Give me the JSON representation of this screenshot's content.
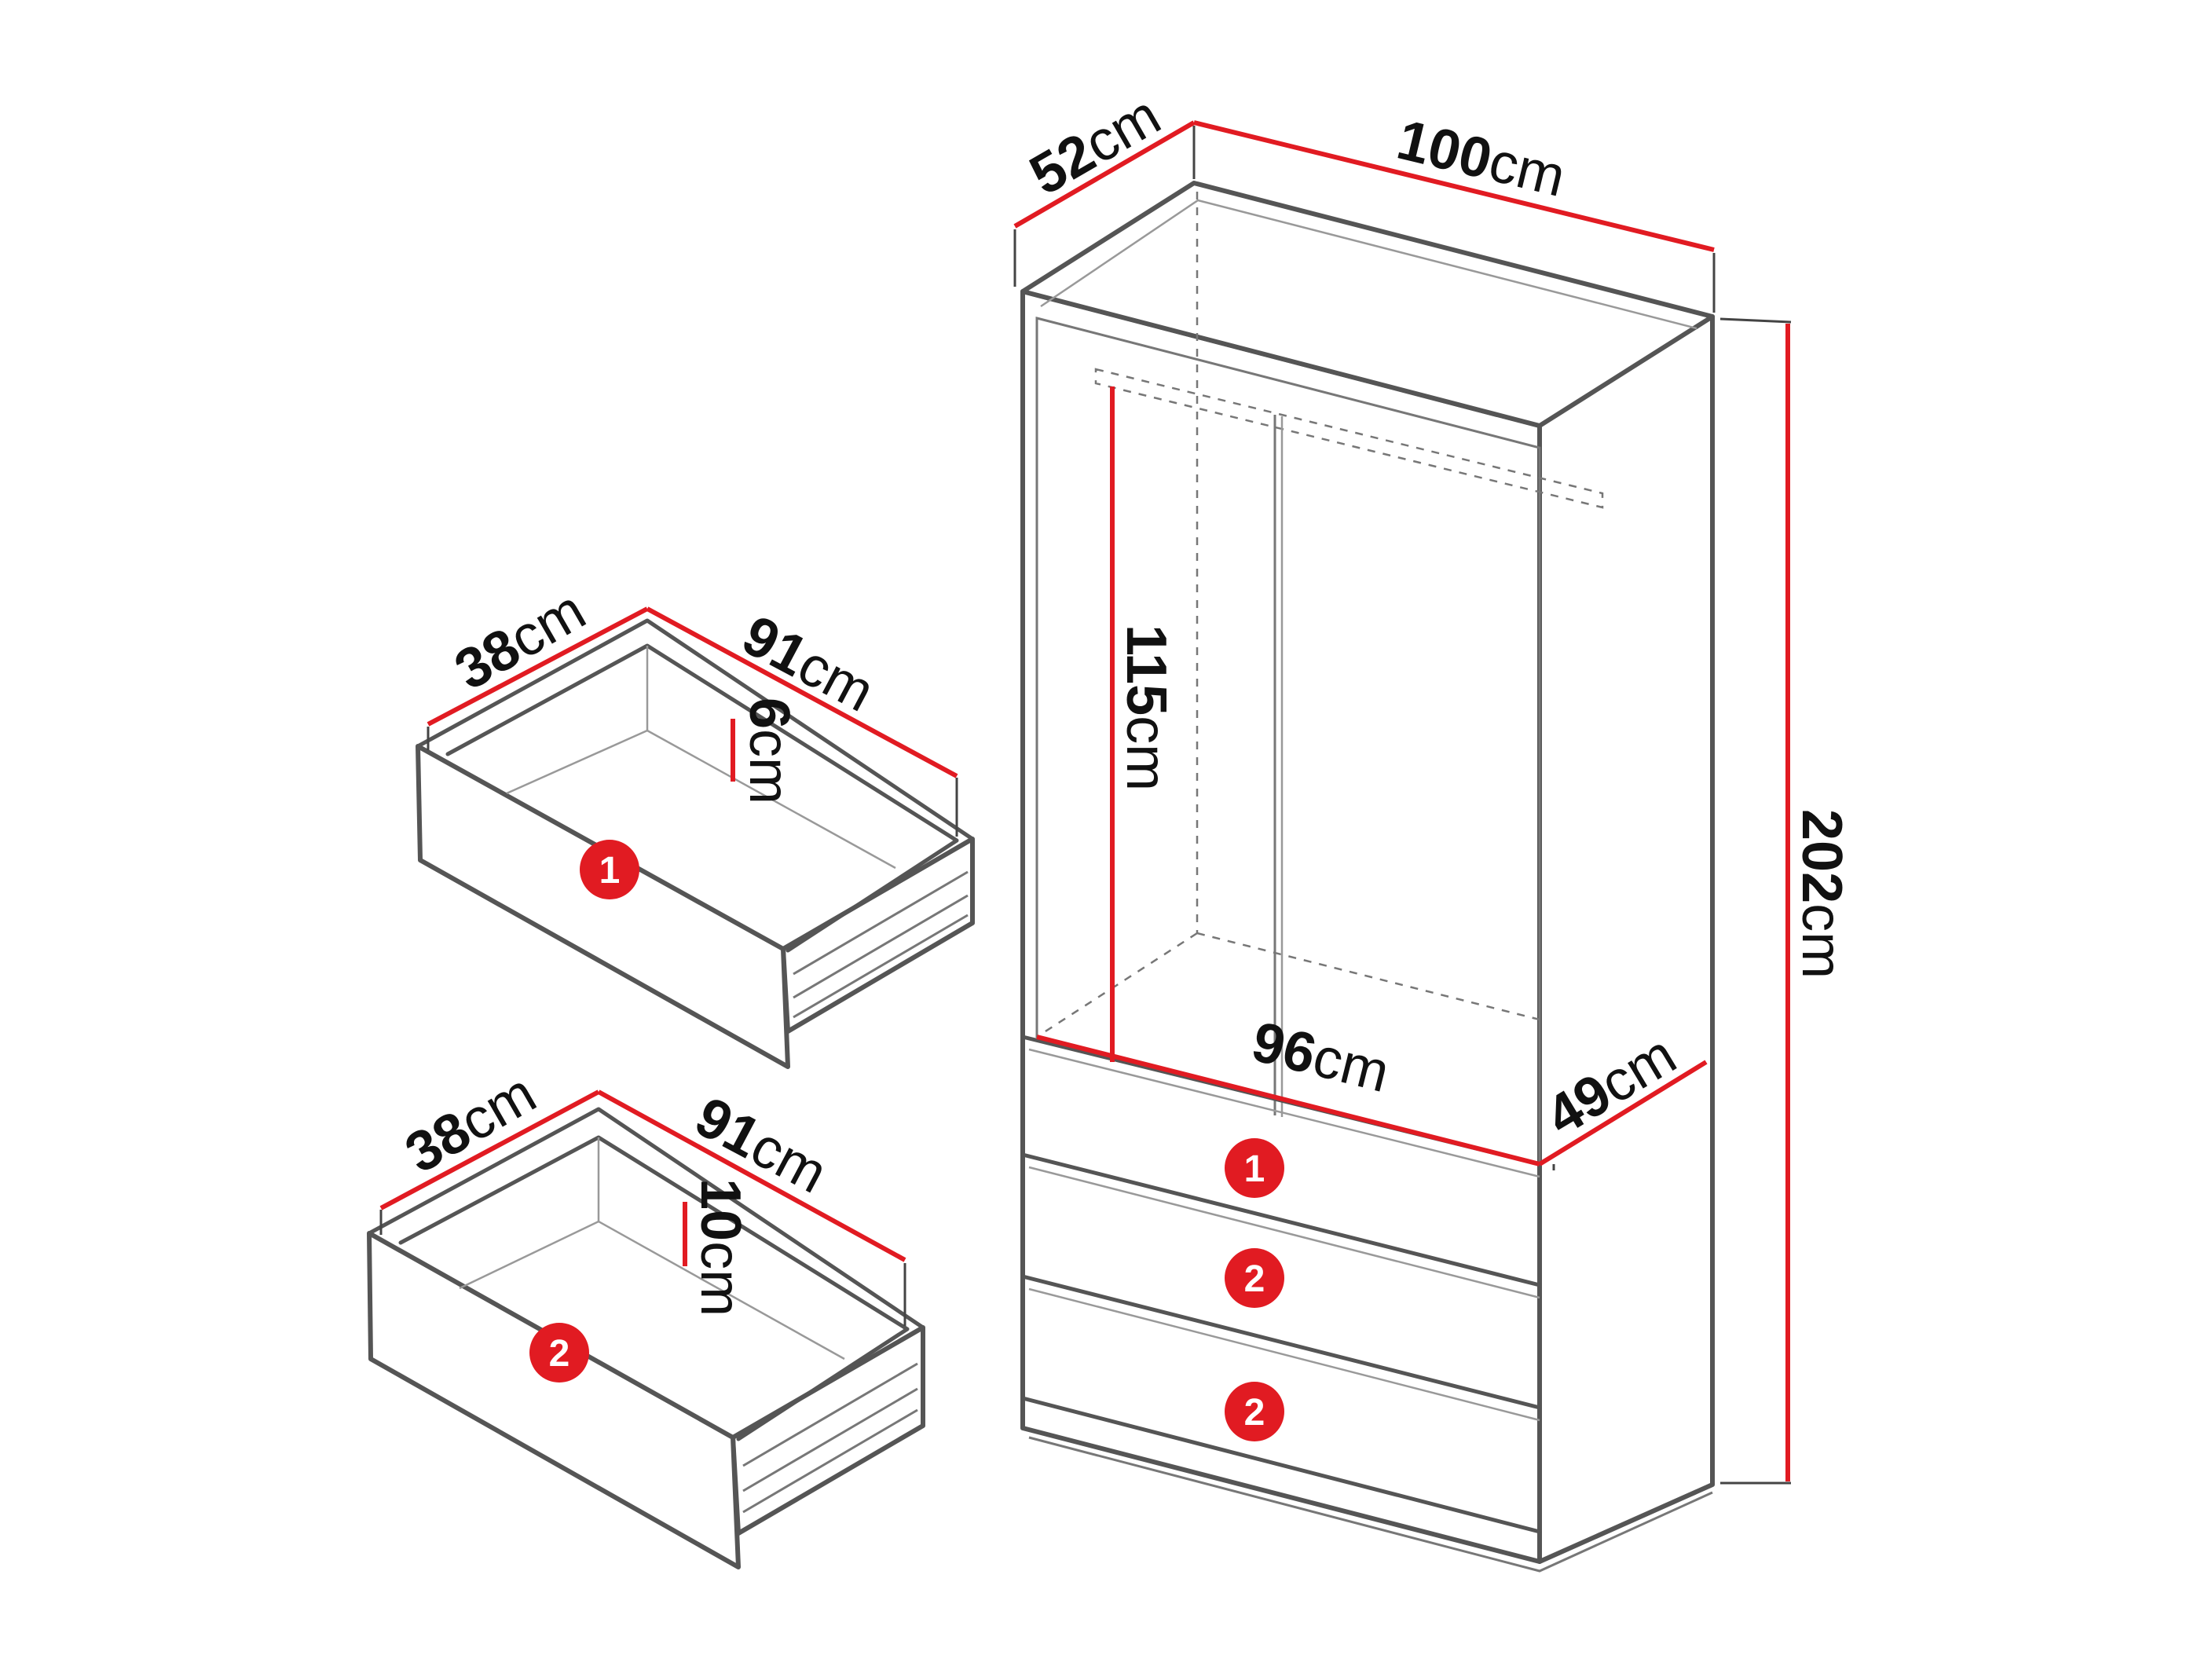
{
  "colors": {
    "accent": "#e11b22",
    "outline": "#555555",
    "background": "#ffffff"
  },
  "wardrobe": {
    "depth": {
      "value": "52",
      "unit": "cm"
    },
    "width": {
      "value": "100",
      "unit": "cm"
    },
    "height": {
      "value": "202",
      "unit": "cm"
    },
    "hanging_height": {
      "value": "115",
      "unit": "cm"
    },
    "inner_width": {
      "value": "96",
      "unit": "cm"
    },
    "inner_depth": {
      "value": "49",
      "unit": "cm"
    },
    "drawer_badges": [
      "1",
      "2",
      "2"
    ]
  },
  "drawer_1": {
    "badge": "1",
    "depth": {
      "value": "38",
      "unit": "cm"
    },
    "width": {
      "value": "91",
      "unit": "cm"
    },
    "height": {
      "value": "6",
      "unit": "cm"
    }
  },
  "drawer_2": {
    "badge": "2",
    "depth": {
      "value": "38",
      "unit": "cm"
    },
    "width": {
      "value": "91",
      "unit": "cm"
    },
    "height": {
      "value": "10",
      "unit": "cm"
    }
  }
}
